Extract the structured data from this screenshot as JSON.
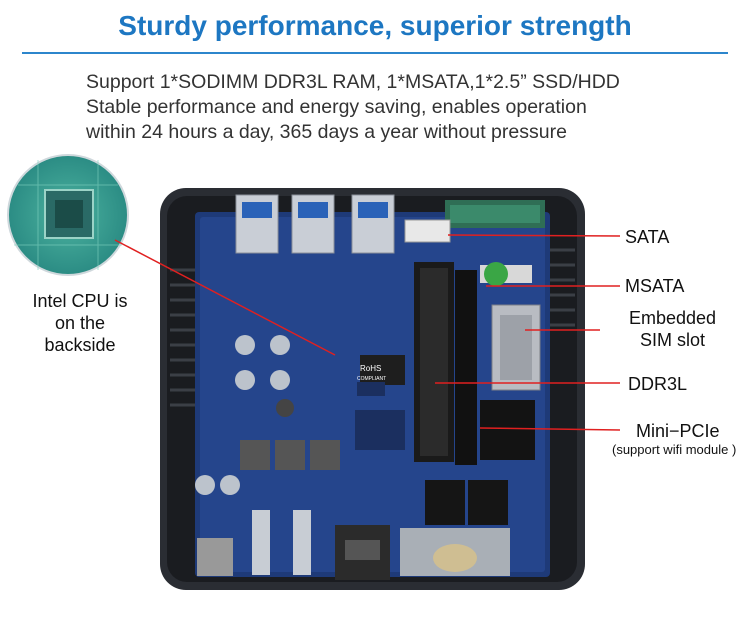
{
  "header": {
    "title": "Sturdy performance, superior strength",
    "accent_color": "#1d77c2"
  },
  "description": {
    "line1": "Support 1*SODIMM DDR3L RAM, 1*MSATA,1*2.5” SSD/HDD",
    "line2": "Stable performance and energy saving, enables operation",
    "line3": "within 24 hours a day, 365 days a year without pressure"
  },
  "callouts": {
    "cpu_line1": "Intel CPU is",
    "cpu_line2": "on the backside",
    "sata": "SATA",
    "msata": "MSATA",
    "sim_line1": "Embedded",
    "sim_line2": "SIM slot",
    "ddr3l": "DDR3L",
    "minipcie": "Mini−PCIe",
    "minipcie_note": "(support wifi module )"
  },
  "board_marks": {
    "rohs": "RoHS",
    "compliant": "COMPLIANT"
  },
  "leader_color": "#e02020"
}
